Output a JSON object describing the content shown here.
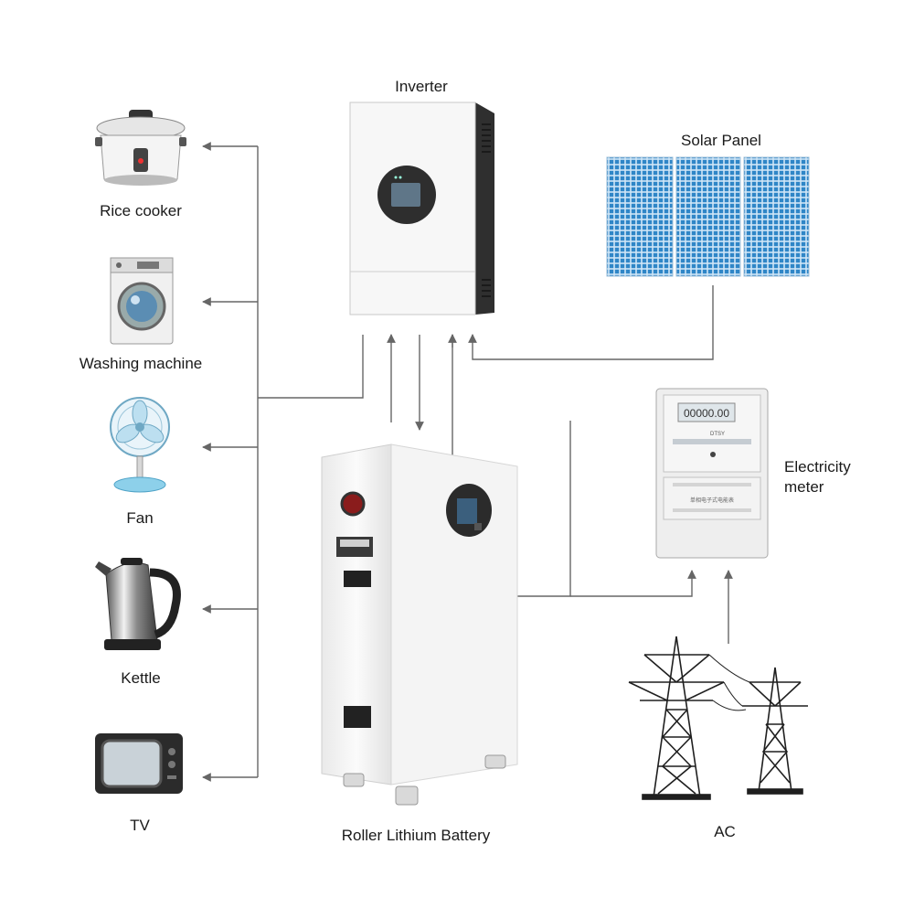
{
  "appliances": {
    "rice_cooker": "Rice cooker",
    "washing_machine": "Washing machine",
    "fan": "Fan",
    "kettle": "Kettle",
    "tv": "TV"
  },
  "components": {
    "inverter": "Inverter",
    "solar_panel": "Solar Panel",
    "electricity_meter": "Electricity meter",
    "battery": "Roller Lithium Battery",
    "ac": "AC"
  },
  "meter_display": {
    "reading": "00000.00",
    "model": "DTSY",
    "caption": "单相电子式电能表"
  },
  "colors": {
    "line": "#666666",
    "panel_blue": "#2f86c7",
    "device_white": "#f7f7f7",
    "device_dark": "#333333"
  }
}
